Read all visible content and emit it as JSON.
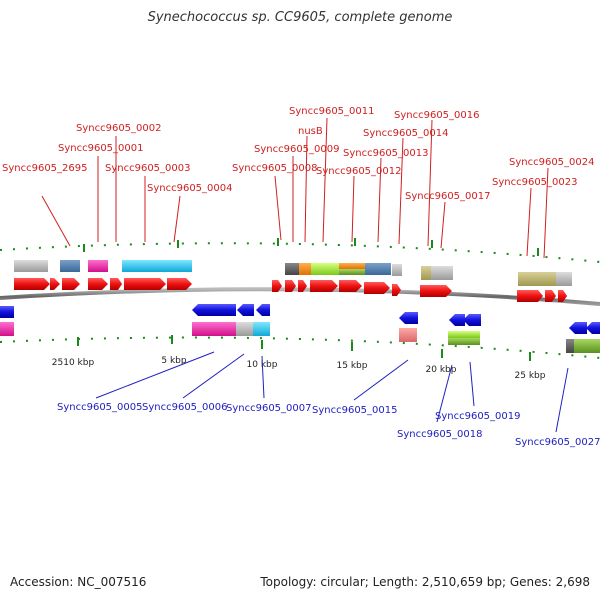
{
  "header": {
    "title": "Synechococcus sp. CC9605, complete genome"
  },
  "footer": {
    "accession": "Accession: NC_007516",
    "summary": "Topology: circular; Length: 2,510,659 bp; Genes: 2,698"
  },
  "colors": {
    "top_label": "#d02020",
    "bottom_label": "#2020c0",
    "forward_arrow": "#ee1111",
    "reverse_arrow": "#1111dd",
    "backbone": "#777777",
    "tick": "#1a8a1a"
  },
  "scale_labels": [
    "2510 kbp",
    "5 kbp",
    "10 kbp",
    "15 kbp",
    "20 kbp",
    "25 kbp"
  ],
  "top_labels": [
    "Syncc9605_2695",
    "Syncc9605_0001",
    "Syncc9605_0002",
    "Syncc9605_0003",
    "Syncc9605_0004",
    "Syncc9605_0008",
    "Syncc9605_0009",
    "nusB",
    "Syncc9605_0011",
    "Syncc9605_0012",
    "Syncc9605_0013",
    "Syncc9605_0014",
    "Syncc9605_0016",
    "Syncc9605_0017",
    "Syncc9605_0023",
    "Syncc9605_0024"
  ],
  "bottom_labels": [
    "Syncc9605_0005",
    "Syncc9605_0006",
    "Syncc9605_0007",
    "Syncc9605_0015",
    "Syncc9605_0018",
    "Syncc9605_0019",
    "Syncc9605_0027"
  ]
}
